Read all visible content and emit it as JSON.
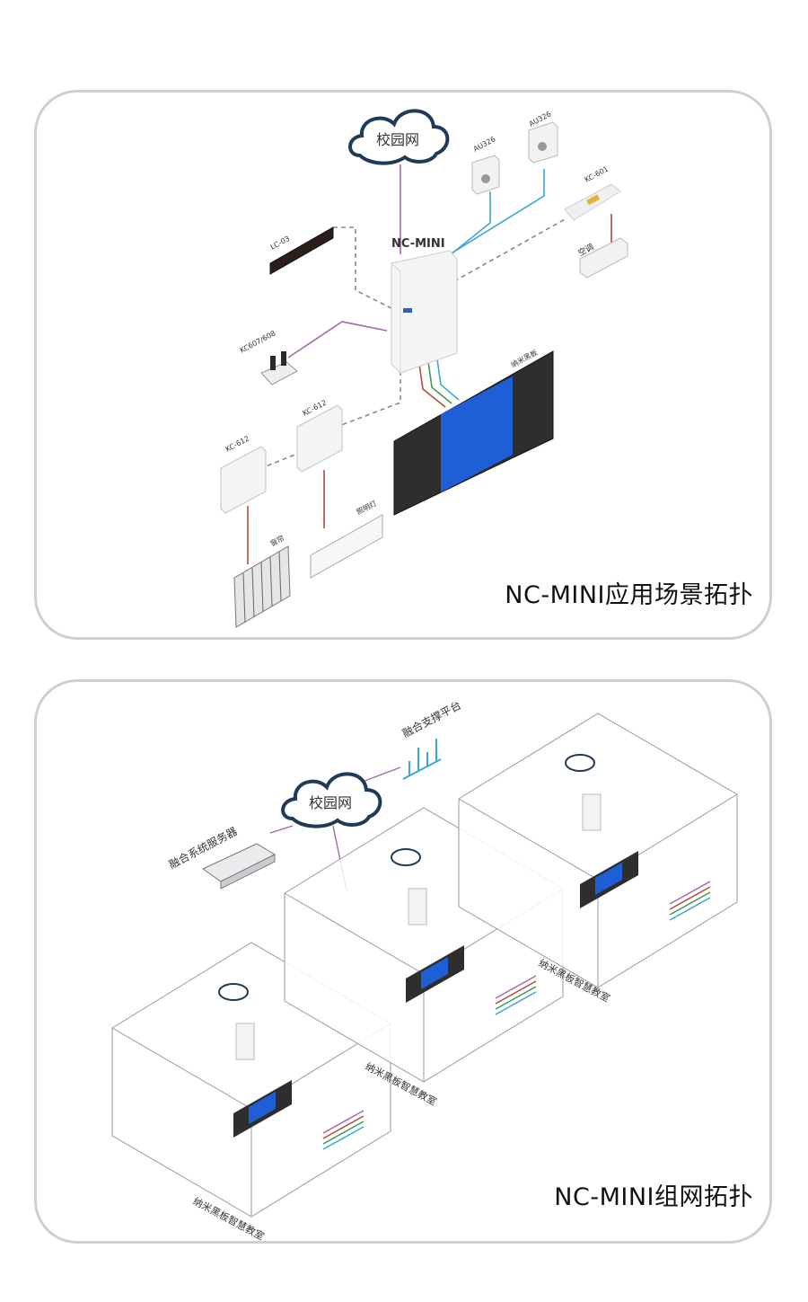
{
  "panel1": {
    "caption": "NC-MINI应用场景拓扑",
    "labels": {
      "cloud": "校园网",
      "hub": "NC-MINI",
      "speaker_a": "AU326",
      "speaker_b": "AU326",
      "ir": "KC-601",
      "ac": "空调",
      "led": "LC-03",
      "mic": "KC607/608",
      "board": "纳米黑板",
      "panel_a": "KC-612",
      "panel_b": "KC-612",
      "light": "照明灯",
      "curtain": "窗帘"
    }
  },
  "panel2": {
    "caption": "NC-MINI组网拓扑",
    "labels": {
      "cloud": "校园网",
      "platform": "融合支撑平台",
      "server": "融合系统服务器",
      "room_1": "纳米黑板智慧教室",
      "room_2": "纳米黑板智慧教室",
      "room_3": "纳米黑板智慧教室"
    }
  },
  "colors": {
    "border": "#cfcfcf",
    "cloud_stroke": "#1f3b57",
    "line_purple": "#a36aa6",
    "line_blue": "#3aa7d8",
    "line_red": "#b54a3a",
    "line_green": "#3e9a56",
    "dashed": "#888888",
    "screen": "#1e5fd6"
  }
}
